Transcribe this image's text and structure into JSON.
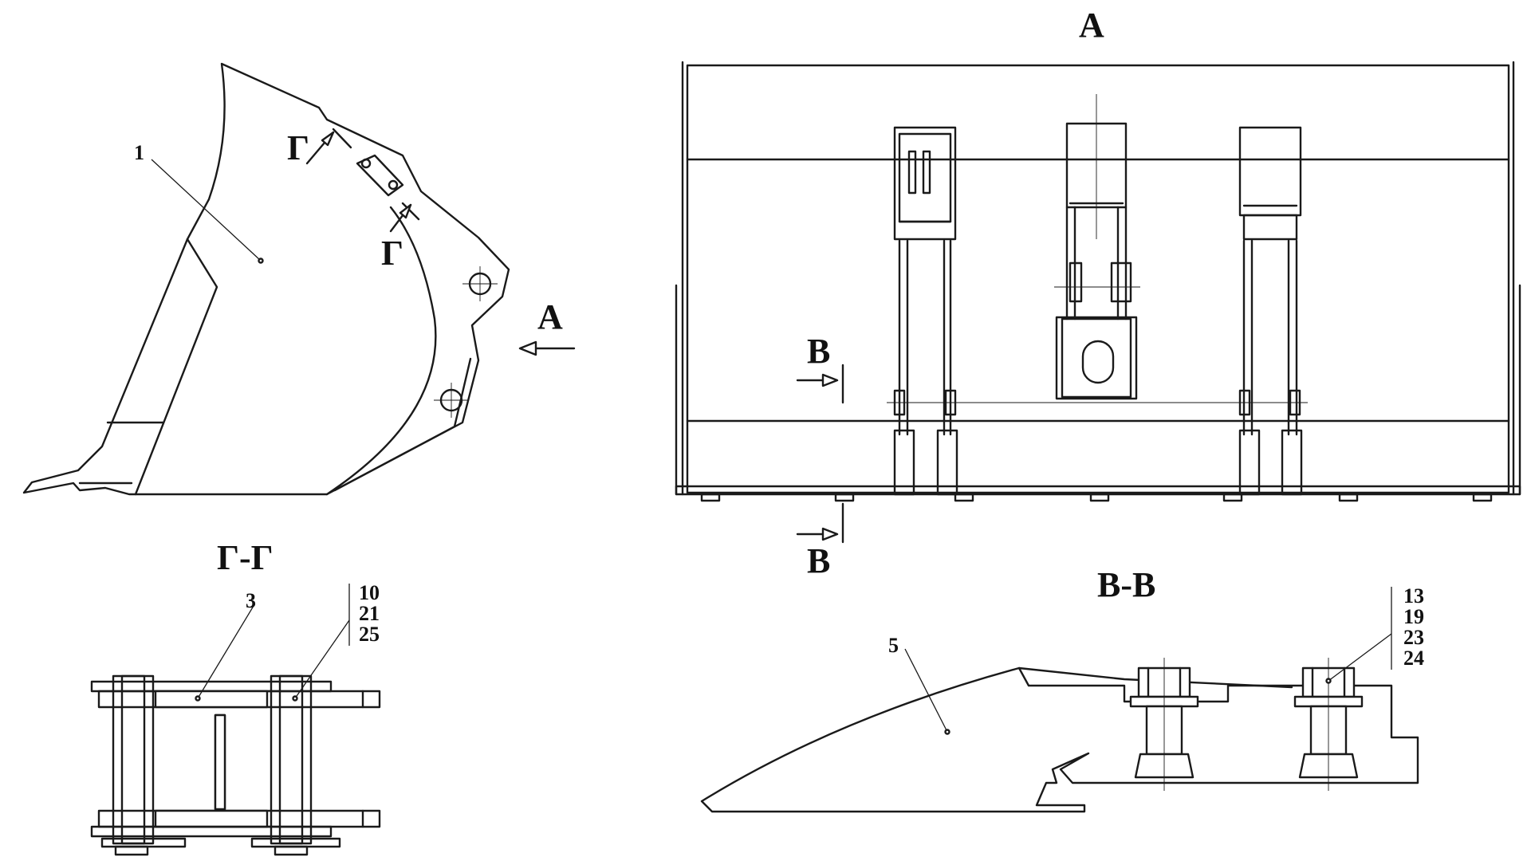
{
  "views": {
    "side": {
      "callout": "1",
      "section_mark_top": "Г",
      "section_mark_bottom": "Г",
      "view_arrow": "А"
    },
    "front": {
      "title": "А",
      "section_mark_top": "В",
      "section_mark_bottom": "В"
    },
    "section_g": {
      "title": "Г-Г",
      "callout_part": "3",
      "callout_list": [
        "10",
        "21",
        "25"
      ]
    },
    "section_v": {
      "title": "В-В",
      "callout_part": "5",
      "callout_list": [
        "13",
        "19",
        "23",
        "24"
      ]
    }
  },
  "colors": {
    "line": "#1a1a1a",
    "background": "#ffffff"
  }
}
